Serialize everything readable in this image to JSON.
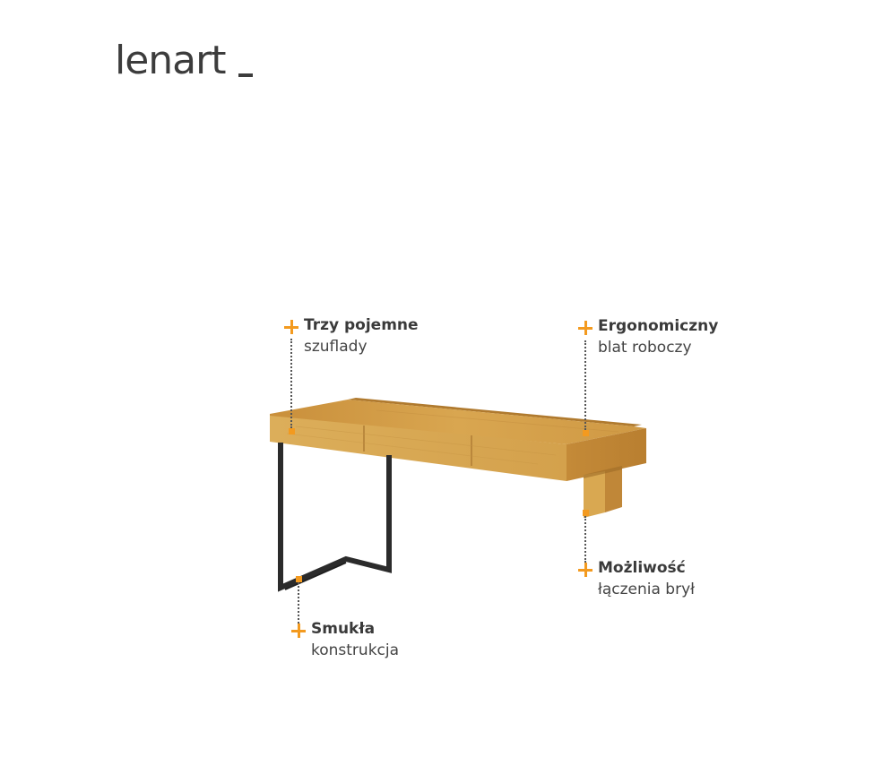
{
  "brand": {
    "logo_text": "lenart"
  },
  "callouts": {
    "drawers": {
      "title": "Trzy pojemne",
      "sub": "szuflady"
    },
    "top": {
      "title": "Ergonomiczny",
      "sub": "blat roboczy"
    },
    "joining": {
      "title": "Możliwość",
      "sub": "łączenia brył"
    },
    "frame": {
      "title": "Smukła",
      "sub": "konstrukcja"
    }
  },
  "colors": {
    "accent": "#f39a1f",
    "text": "#3c3c3c",
    "wood": "#d6a24c",
    "metal": "#2b2b2b"
  }
}
